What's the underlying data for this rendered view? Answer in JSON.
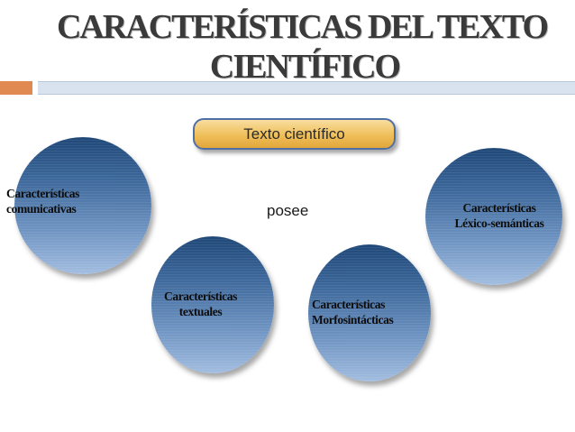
{
  "title": {
    "line1": "CARACTERÍSTICAS DEL TEXTO",
    "line2": "CIENTÍFICO"
  },
  "center_node": {
    "label": "Texto científico"
  },
  "connector": {
    "label": "posee"
  },
  "nodes": [
    {
      "line1": "Características",
      "line2": "comunicativas"
    },
    {
      "line1": "Características",
      "line2": "textuales"
    },
    {
      "line1": "Características",
      "line2": "Morfosintácticas"
    },
    {
      "line1": "Características",
      "line2": "Léxico-semánticas"
    }
  ],
  "colors": {
    "accent": "#e08a52",
    "pill_fill": "#efbf5a",
    "pill_border": "#4f6fa5",
    "circle_dark": "#1f4878",
    "circle_light": "#a2bde0",
    "divider": "#d9e2ef"
  }
}
